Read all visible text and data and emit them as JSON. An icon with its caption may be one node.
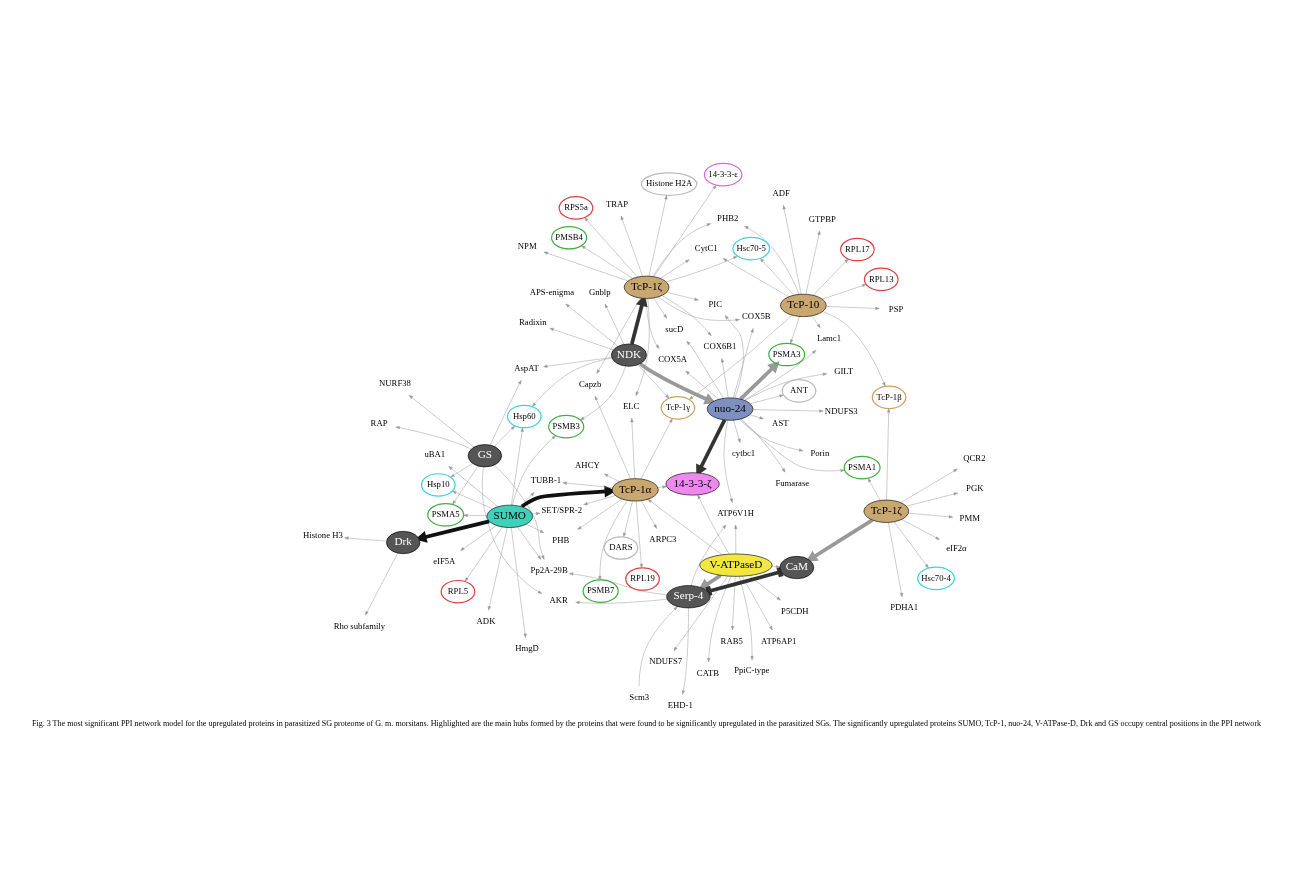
{
  "diagram": {
    "caption": "Fig. 3 The most significant PPI network model for the upregulated proteins in parasitized SG proteome of G. m. morsitans. Highlighted are the main hubs formed by the proteins that were found to be significantly upregulated in the parasitized SGs. The significantly upregulated proteins SUMO, TcP-1, nuo-24, V-ATPase-D, Drk and GS occupy central positions in the PPI network",
    "nodes": [
      {
        "text": [
          "nuo-24"
        ]
      },
      {
        "text": [
          "NDUFS3"
        ]
      },
      {
        "text": [
          "AST"
        ]
      },
      {
        "text": [
          "GILT"
        ]
      },
      {
        "text": [
          "Porin"
        ]
      },
      {
        "text": [
          "cytbc1"
        ]
      },
      {
        "text": [
          "Fumarase"
        ]
      },
      {
        "text": [
          "PIC"
        ]
      },
      {
        "text": [
          "COX5A"
        ]
      },
      {
        "text": [
          "COX5B"
        ]
      },
      {
        "text": [
          "COX6B1"
        ]
      },
      {
        "text": [
          "sucD"
        ]
      },
      {
        "text": [
          "Lamc1"
        ]
      },
      {
        "text": [
          "14-3-3-ζ"
        ]
      },
      {
        "text": [
          "ANT"
        ]
      },
      {
        "text": [
          "V-ATPaseD"
        ]
      },
      {
        "text": [
          "ATP6AP1"
        ]
      },
      {
        "text": [
          "RAB5"
        ]
      },
      {
        "text": [
          "CATB"
        ]
      },
      {
        "text": [
          "NDUFS7"
        ]
      },
      {
        "text": [
          "ATP6V1H"
        ]
      },
      {
        "text": [
          "EHD-1"
        ]
      },
      {
        "text": [
          "Scm3"
        ]
      },
      {
        "text": [
          "Serp-4"
        ]
      },
      {
        "text": [
          "CaM"
        ]
      },
      {
        "text": [
          "PpiC-type"
        ]
      },
      {
        "text": [
          "P5CDH"
        ]
      },
      {
        "text": [
          "RPL5"
        ]
      },
      {
        "text": [
          "Pp2A-29B"
        ]
      },
      {
        "text": [
          "PSMA5"
        ]
      },
      {
        "text": [
          "GS"
        ]
      },
      {
        "text": [
          "AKR"
        ]
      },
      {
        "text": [
          "RAP"
        ]
      },
      {
        "text": [
          "NURF38"
        ]
      },
      {
        "text": [
          "AspAT"
        ]
      },
      {
        "text": [
          "SUMO"
        ]
      },
      {
        "text": [
          "eIF5A"
        ]
      },
      {
        "text": [
          "uBA1"
        ]
      },
      {
        "text": [
          "ADK"
        ]
      },
      {
        "text": [
          "Drk"
        ]
      },
      {
        "text": [
          "Histone H3"
        ]
      },
      {
        "text": [
          "Rho subfamily"
        ]
      },
      {
        "text": [
          "TcP-1ζ"
        ]
      },
      {
        "text": [
          "PMM"
        ]
      },
      {
        "text": [
          "Hsc70-4"
        ]
      },
      {
        "text": [
          "PGK"
        ]
      },
      {
        "text": [
          "PDHA1"
        ]
      },
      {
        "text": [
          "PSMA1"
        ]
      },
      {
        "text": [
          "eIF2α"
        ]
      },
      {
        "text": [
          "TcP-1α"
        ]
      },
      {
        "text": [
          "DARS"
        ]
      },
      {
        "text": [
          "TcP-10"
        ]
      },
      {
        "text": [
          "PHB2"
        ]
      },
      {
        "text": [
          "CytC1"
        ]
      },
      {
        "text": [
          "Hsc70-5"
        ]
      },
      {
        "text": [
          "PSP"
        ]
      },
      {
        "text": [
          "RPS5a"
        ]
      },
      {
        "text": [
          "TcP-1β"
        ]
      },
      {
        "text": [
          "PSMA3"
        ]
      },
      {
        "text": [
          "RPL17"
        ]
      },
      {
        "text": [
          "QCR2"
        ]
      },
      {
        "text": [
          "AHCY"
        ]
      },
      {
        "text": [
          "ADF"
        ]
      },
      {
        "text": [
          "RPL13"
        ]
      },
      {
        "text": [
          "ARPC3"
        ]
      },
      {
        "text": [
          "PSMB7"
        ]
      },
      {
        "text": [
          "14-3-3-ε"
        ]
      },
      {
        "text": [
          "Capzb"
        ]
      },
      {
        "text": [
          "RPL19"
        ]
      },
      {
        "text": [
          "GTPBP"
        ]
      },
      {
        "text": [
          "TUBB-1"
        ]
      },
      {
        "text": [
          "TcP-1ζ"
        ]
      },
      {
        "text": [
          "TRAP"
        ]
      },
      {
        "text": [
          "NPM"
        ]
      },
      {
        "text": [
          "PMSB4"
        ]
      },
      {
        "text": [
          "PHB"
        ]
      },
      {
        "text": [
          "Histone H2A"
        ]
      },
      {
        "text": [
          "ELC"
        ]
      },
      {
        "text": [
          "HmgD"
        ]
      },
      {
        "text": [
          "Hsp60"
        ]
      },
      {
        "text": [
          "PSMB3"
        ]
      },
      {
        "text": [
          "TcP-1γ"
        ]
      },
      {
        "text": [
          "Hsp10"
        ]
      },
      {
        "text": [
          "SET/SPR-2"
        ]
      },
      {
        "text": [
          "NDK"
        ]
      },
      {
        "text": [
          "APS-enigma"
        ]
      },
      {
        "text": [
          "Gnblp"
        ]
      },
      {
        "text": [
          "Radixin"
        ]
      }
    ],
    "edges": [
      {
        "from": 0,
        "to": 1,
        "arrow": "to"
      },
      {
        "from": 0,
        "to": 2,
        "arrow": "to"
      },
      {
        "from": 0,
        "to": 3,
        "arrow": "to"
      },
      {
        "from": 0,
        "to": 4,
        "arrow": "to"
      },
      {
        "from": 0,
        "to": 5,
        "arrow": "to"
      },
      {
        "from": 0,
        "to": 6,
        "arrow": "to"
      },
      {
        "from": 0,
        "to": 7,
        "arrow": "to"
      },
      {
        "from": 0,
        "to": 8,
        "arrow": "to"
      },
      {
        "from": 0,
        "to": 9,
        "arrow": "to"
      },
      {
        "from": 0,
        "to": 10,
        "arrow": "to"
      },
      {
        "from": 0,
        "to": 11,
        "arrow": "to"
      },
      {
        "from": 0,
        "to": 12,
        "arrow": "to"
      },
      {
        "from": 0,
        "to": 14,
        "arrow": "to"
      },
      {
        "from": 0,
        "to": 13,
        "arrow": "to",
        "style": "thick",
        "color": "#333333"
      },
      {
        "from": 0,
        "to": 58,
        "arrow": "to",
        "style": "thick"
      },
      {
        "from": 0,
        "to": 20,
        "arrow": "to"
      },
      {
        "from": 0,
        "to": 47,
        "arrow": "to"
      },
      {
        "from": 15,
        "to": 16,
        "arrow": "to"
      },
      {
        "from": 15,
        "to": 17,
        "arrow": "to"
      },
      {
        "from": 15,
        "to": 18,
        "arrow": "to"
      },
      {
        "from": 15,
        "to": 19,
        "arrow": "to"
      },
      {
        "from": 15,
        "to": 20,
        "arrow": "to"
      },
      {
        "from": 15,
        "to": 13,
        "arrow": "to"
      },
      {
        "from": 15,
        "to": 24,
        "arrow": "to"
      },
      {
        "from": 15,
        "to": 25,
        "arrow": "to"
      },
      {
        "from": 15,
        "to": 23,
        "arrow": "to",
        "style": "thick"
      },
      {
        "from": 15,
        "to": 26,
        "arrow": "to"
      },
      {
        "from": 15,
        "to": 49,
        "arrow": "to"
      },
      {
        "from": 23,
        "to": 20,
        "arrow": "to"
      },
      {
        "from": 23,
        "to": 21,
        "arrow": "to"
      },
      {
        "from": 22,
        "to": 23,
        "arrow": "to"
      },
      {
        "from": 23,
        "to": 24,
        "arrow": "other",
        "style": "thick",
        "color": "#333333"
      },
      {
        "from": 23,
        "to": 28,
        "arrow": "to"
      },
      {
        "from": 23,
        "to": 31,
        "arrow": "to"
      },
      {
        "from": 35,
        "to": 27,
        "arrow": "to"
      },
      {
        "from": 35,
        "to": 28,
        "arrow": "to"
      },
      {
        "from": 35,
        "to": 29,
        "arrow": "to"
      },
      {
        "from": 35,
        "to": 36,
        "arrow": "to"
      },
      {
        "from": 35,
        "to": 37,
        "arrow": "to"
      },
      {
        "from": 35,
        "to": 38,
        "arrow": "to"
      },
      {
        "from": 35,
        "to": 49,
        "arrow": "to",
        "style": "thick",
        "color": "#111111"
      },
      {
        "from": 35,
        "to": 39,
        "arrow": "to",
        "style": "thick",
        "color": "#111111"
      },
      {
        "from": 35,
        "to": 82,
        "arrow": "to"
      },
      {
        "from": 35,
        "to": 83,
        "arrow": "to"
      },
      {
        "from": 35,
        "to": 80,
        "arrow": "to"
      },
      {
        "from": 35,
        "to": 75,
        "arrow": "to"
      },
      {
        "from": 35,
        "to": 78,
        "arrow": "to"
      },
      {
        "from": 35,
        "to": 79,
        "arrow": "to"
      },
      {
        "from": 35,
        "to": 70,
        "arrow": "to"
      },
      {
        "from": 39,
        "to": 40,
        "arrow": "to"
      },
      {
        "from": 39,
        "to": 41,
        "arrow": "to"
      },
      {
        "from": 30,
        "to": 28,
        "arrow": "to"
      },
      {
        "from": 30,
        "to": 29,
        "arrow": "to"
      },
      {
        "from": 30,
        "to": 31,
        "arrow": "to"
      },
      {
        "from": 30,
        "to": 32,
        "arrow": "to"
      },
      {
        "from": 30,
        "to": 33,
        "arrow": "to"
      },
      {
        "from": 30,
        "to": 34,
        "arrow": "to"
      },
      {
        "from": 30,
        "to": 82,
        "arrow": "to"
      },
      {
        "from": 30,
        "to": 79,
        "arrow": "to"
      },
      {
        "from": 42,
        "to": 43,
        "arrow": "to"
      },
      {
        "from": 42,
        "to": 44,
        "arrow": "to"
      },
      {
        "from": 42,
        "to": 45,
        "arrow": "to"
      },
      {
        "from": 42,
        "to": 46,
        "arrow": "to"
      },
      {
        "from": 42,
        "to": 47,
        "arrow": "to"
      },
      {
        "from": 42,
        "to": 48,
        "arrow": "to"
      },
      {
        "from": 42,
        "to": 60,
        "arrow": "to"
      },
      {
        "from": 42,
        "to": 24,
        "arrow": "to",
        "style": "thick"
      },
      {
        "from": 42,
        "to": 57,
        "arrow": "to"
      },
      {
        "from": 49,
        "to": 50,
        "arrow": "to"
      },
      {
        "from": 49,
        "to": 64,
        "arrow": "to"
      },
      {
        "from": 49,
        "to": 65,
        "arrow": "to"
      },
      {
        "from": 49,
        "to": 67,
        "arrow": "to"
      },
      {
        "from": 49,
        "to": 68,
        "arrow": "to"
      },
      {
        "from": 49,
        "to": 70,
        "arrow": "to"
      },
      {
        "from": 49,
        "to": 75,
        "arrow": "to"
      },
      {
        "from": 49,
        "to": 61,
        "arrow": "to"
      },
      {
        "from": 49,
        "to": 81,
        "arrow": "to"
      },
      {
        "from": 49,
        "to": 83,
        "arrow": "to"
      },
      {
        "from": 49,
        "to": 77,
        "arrow": "to"
      },
      {
        "from": 49,
        "to": 13,
        "arrow": "to"
      },
      {
        "from": 51,
        "to": 52,
        "arrow": "to"
      },
      {
        "from": 51,
        "to": 53,
        "arrow": "to"
      },
      {
        "from": 51,
        "to": 54,
        "arrow": "to"
      },
      {
        "from": 51,
        "to": 55,
        "arrow": "to"
      },
      {
        "from": 51,
        "to": 57,
        "arrow": "to"
      },
      {
        "from": 51,
        "to": 58,
        "arrow": "to"
      },
      {
        "from": 51,
        "to": 59,
        "arrow": "to"
      },
      {
        "from": 51,
        "to": 62,
        "arrow": "to"
      },
      {
        "from": 51,
        "to": 63,
        "arrow": "to"
      },
      {
        "from": 51,
        "to": 69,
        "arrow": "to"
      },
      {
        "from": 51,
        "to": 12,
        "arrow": "to"
      },
      {
        "from": 51,
        "to": 81,
        "arrow": "to"
      },
      {
        "from": 71,
        "to": 72,
        "arrow": "to"
      },
      {
        "from": 71,
        "to": 73,
        "arrow": "to"
      },
      {
        "from": 71,
        "to": 74,
        "arrow": "to"
      },
      {
        "from": 71,
        "to": 7,
        "arrow": "to"
      },
      {
        "from": 71,
        "to": 8,
        "arrow": "to"
      },
      {
        "from": 71,
        "to": 9,
        "arrow": "to"
      },
      {
        "from": 71,
        "to": 10,
        "arrow": "to"
      },
      {
        "from": 71,
        "to": 11,
        "arrow": "to"
      },
      {
        "from": 71,
        "to": 52,
        "arrow": "to"
      },
      {
        "from": 71,
        "to": 54,
        "arrow": "to"
      },
      {
        "from": 71,
        "to": 56,
        "arrow": "to"
      },
      {
        "from": 71,
        "to": 66,
        "arrow": "to"
      },
      {
        "from": 71,
        "to": 76,
        "arrow": "to"
      },
      {
        "from": 71,
        "to": 77,
        "arrow": "to"
      },
      {
        "from": 71,
        "to": 53,
        "arrow": "to"
      },
      {
        "from": 71,
        "to": 67,
        "arrow": "to"
      },
      {
        "from": 84,
        "to": 71,
        "arrow": "to",
        "style": "thick",
        "color": "#333333"
      },
      {
        "from": 84,
        "to": 85,
        "arrow": "to"
      },
      {
        "from": 84,
        "to": 86,
        "arrow": "to"
      },
      {
        "from": 84,
        "to": 87,
        "arrow": "to"
      },
      {
        "from": 84,
        "to": 79,
        "arrow": "to"
      },
      {
        "from": 84,
        "to": 81,
        "arrow": "to"
      },
      {
        "from": 84,
        "to": 80,
        "arrow": "to"
      },
      {
        "from": 84,
        "to": 34,
        "arrow": "to"
      },
      {
        "from": 84,
        "to": 0,
        "arrow": "to",
        "style": "thick"
      }
    ]
  }
}
